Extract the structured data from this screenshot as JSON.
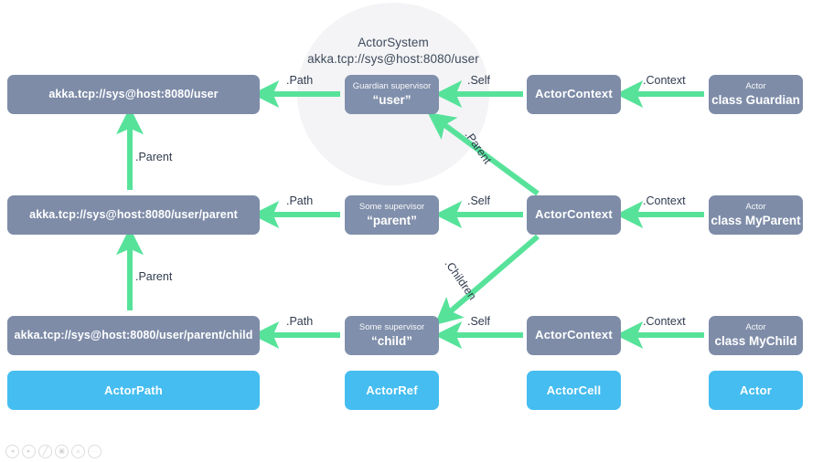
{
  "diagram": {
    "system": {
      "title": "ActorSystem",
      "path": "akka.tcp://sys@host:8080/user"
    },
    "colors": {
      "node": "#7e8ca8",
      "legend": "#45bdf0",
      "arrow": "#57e29a",
      "circle": "#f4f4f6",
      "label_text": "#2f3b4e"
    },
    "rows": [
      {
        "path_box": "akka.tcp://sys@host:8080/user",
        "supervisor_small": "Guardian supervisor",
        "supervisor_big": "“user”",
        "context_box": "ActorContext",
        "actor_small": "Actor",
        "actor_big": "class Guardian"
      },
      {
        "path_box": "akka.tcp://sys@host:8080/user/parent",
        "supervisor_small": "Some supervisor",
        "supervisor_big": "“parent”",
        "context_box": "ActorContext",
        "actor_small": "Actor",
        "actor_big": "class MyParent"
      },
      {
        "path_box": "akka.tcp://sys@host:8080/user/parent/child",
        "supervisor_small": "Some supervisor",
        "supervisor_big": "“child”",
        "context_box": "ActorContext",
        "actor_small": "Actor",
        "actor_big": "class MyChild"
      }
    ],
    "edge_labels": {
      "path_1": ".Path",
      "path_2": ".Path",
      "path_3": ".Path",
      "self_1": ".Self",
      "self_2": ".Self",
      "self_3": ".Self",
      "context_1": ".Context",
      "context_2": ".Context",
      "context_3": ".Context",
      "parent_left_1": ".Parent",
      "parent_left_2": ".Parent",
      "parent_diag": ".Parent",
      "children_diag": ".Children"
    },
    "legend": [
      {
        "label": "ActorPath"
      },
      {
        "label": "ActorRef"
      },
      {
        "label": "ActorCell"
      },
      {
        "label": "Actor"
      }
    ],
    "toolbar": [
      {
        "icon": "back-icon",
        "glyph": "◂"
      },
      {
        "icon": "forward-icon",
        "glyph": "▸"
      },
      {
        "icon": "edit-pen-icon",
        "glyph": "╱"
      },
      {
        "icon": "duplicate-icon",
        "glyph": "▣"
      },
      {
        "icon": "zoom-search-icon",
        "glyph": "⌕"
      },
      {
        "icon": "more-options-icon",
        "glyph": "···"
      }
    ]
  }
}
